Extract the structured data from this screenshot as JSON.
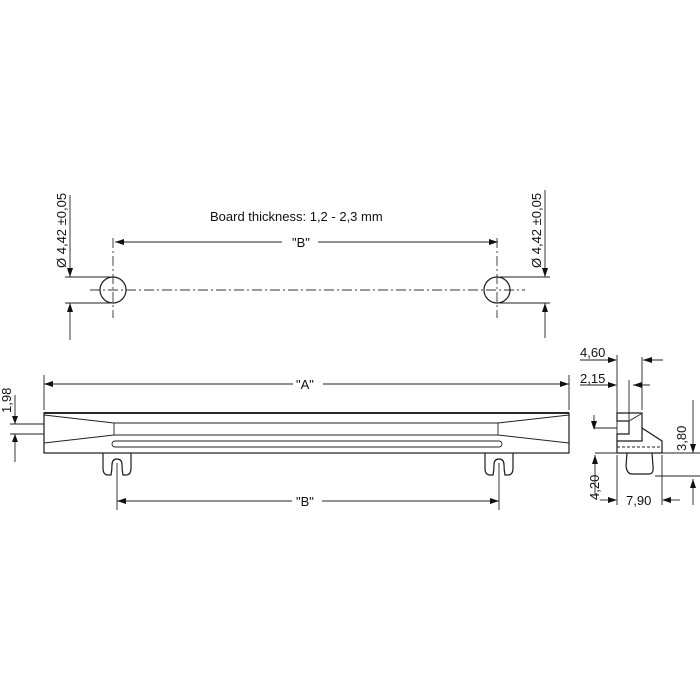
{
  "drawing": {
    "note": "Board thickness: 1,2 - 2,3 mm",
    "top_view": {
      "dim_B_label": "\"B\"",
      "hole_left_dia": "Ø 4,42 ±0,05",
      "hole_right_dia": "Ø 4,42 ±0,05"
    },
    "front_view": {
      "dim_A_label": "\"A\"",
      "dim_B_label": "\"B\"",
      "dim_height": "1,98"
    },
    "side_view": {
      "dim_width_outer": "4,60",
      "dim_width_inner": "2,15",
      "dim_height_upper": "3,80",
      "dim_height_lower": "4,20",
      "dim_depth": "7,90"
    }
  }
}
